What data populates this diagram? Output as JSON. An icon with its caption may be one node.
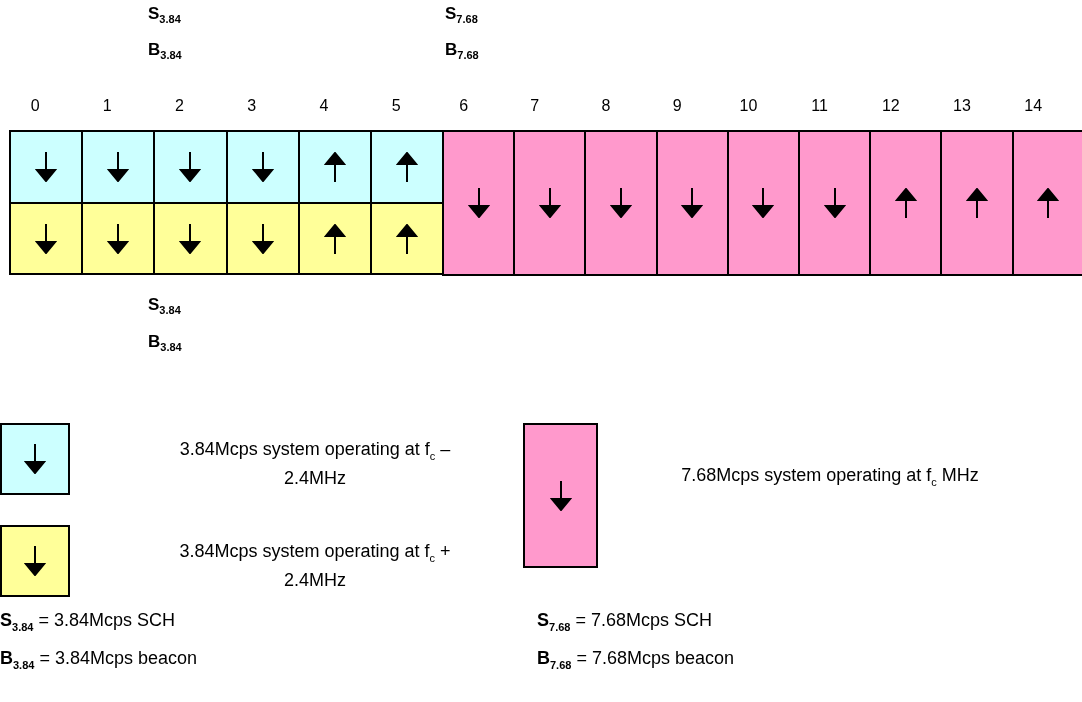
{
  "diagram": {
    "labels": [
      "S$_{3.84}$",
      "S$_{7.68}$",
      "B$_{3.84}$",
      "B$_{7.68}$",
      "0",
      "1",
      "2",
      "3",
      "4",
      "5",
      "6",
      "7",
      "8",
      "9",
      "10",
      "11",
      "12",
      "13",
      "14",
      "S$_{3.84}$",
      "B$_{3.84}$",
      "**S**$_{3.84}$ = 3.84Mcps SCH",
      "**S**$_{7.68}$ = 7.68Mcps SCH",
      "**B**$_{3.84}$ = 3.84Mcps beacon",
      "**B**$_{7.68}$ = 7.68Mcps beacon"
    ],
    "legend": [
      {
        "text": "3.84Mcps system operating at f$_{c}$ – 2.4MHz",
        "color": "#ccffff"
      },
      {
        "text": "3.84Mcps system operating at f$_{c}$ + 2.4MHz",
        "color": "#ffff99"
      },
      {
        "text": "7.68Mcps system operating at f$_{c}$ MHz",
        "color": "#ff99cc"
      }
    ]
  }
}
